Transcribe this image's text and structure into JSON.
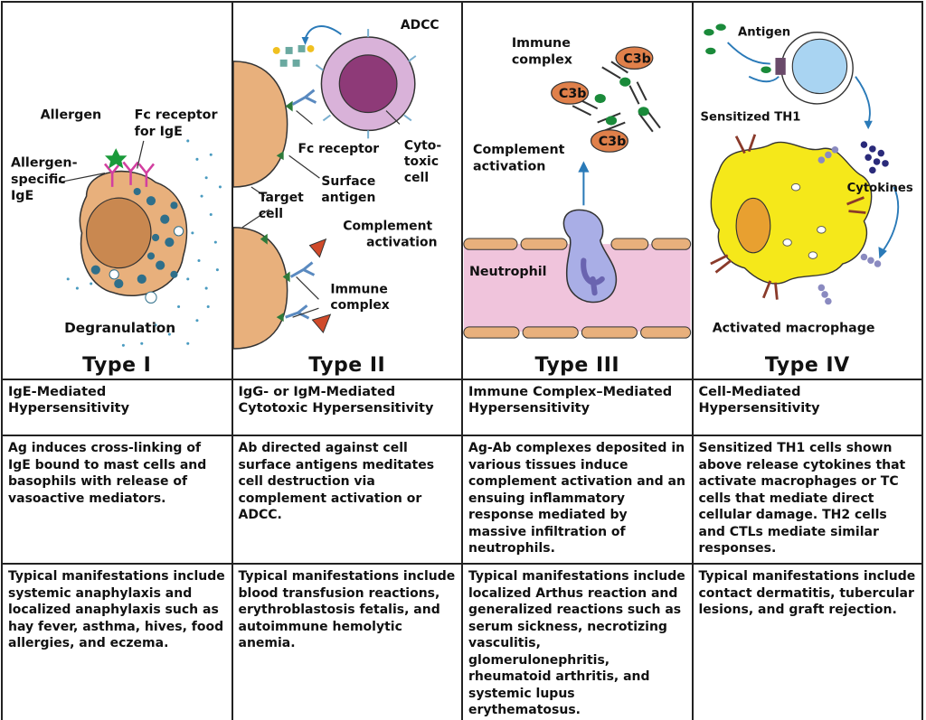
{
  "columns": [
    {
      "type": "Type I",
      "title": "IgE-Mediated Hypersensitivity",
      "description": "Ag induces cross-linking of IgE bound to mast cells and basophils with release of vasoactive mediators.",
      "manifestations": "Typical manifestations include systemic anaphylaxis and localized anaphylaxis such as hay fever, asthma, hives, food allergies, and eczema.",
      "labels": {
        "allergen": "Allergen",
        "fc_receptor_1": "Fc receptor",
        "fc_receptor_2": "for IgE",
        "specific_1": "Allergen-",
        "specific_2": "specific",
        "specific_3": "IgE",
        "degranulation": "Degranulation"
      }
    },
    {
      "type": "Type II",
      "title": "IgG- or IgM-Mediated Cytotoxic Hypersensitivity",
      "description": "Ab directed against cell surface antigens meditates cell destruction via complement activation or ADCC.",
      "manifestations": "Typical manifestations include blood transfusion reactions, erythroblastosis fetalis, and autoimmune hemolytic anemia.",
      "labels": {
        "adcc": "ADCC",
        "fc_receptor": "Fc receptor",
        "cyto_1": "Cyto-",
        "cyto_2": "toxic",
        "cyto_3": "cell",
        "surface_1": "Surface",
        "surface_2": "antigen",
        "target_1": "Target",
        "target_2": "cell",
        "complement_1": "Complement",
        "complement_2": "activation",
        "immune_1": "Immune",
        "immune_2": "complex"
      }
    },
    {
      "type": "Type III",
      "title": "Immune Complex–Mediated Hypersensitivity",
      "description": "Ag-Ab complexes deposited in various tissues induce complement activation and an ensuing inflammatory response mediated by massive infiltration of neutrophils.",
      "manifestations": "Typical manifestations include localized Arthus reaction and generalized reactions such as serum sickness, necrotizing vasculitis, glomerulonephritis, rheumatoid arthritis, and systemic lupus erythematosus.",
      "labels": {
        "immune_1": "Immune",
        "immune_2": "complex",
        "c3b": "C3b",
        "complement_1": "Complement",
        "complement_2": "activation",
        "neutrophil": "Neutrophil"
      }
    },
    {
      "type": "Type IV",
      "title": "Cell-Mediated Hypersensitivity",
      "description": "Sensitized TH1 cells shown above release cytokines that activate macrophages or TC cells that mediate direct cellular damage. TH2 cells and CTLs mediate similar responses.",
      "manifestations": "Typical manifestations include contact dermatitis, tubercular lesions, and graft rejection.",
      "labels": {
        "antigen": "Antigen",
        "sensitized": "Sensitized TH1",
        "cytokines": "Cytokines",
        "activated": "Activated macrophage"
      }
    }
  ],
  "colors": {
    "cell_tan": "#e8b07c",
    "nucleus": "#c98850",
    "granule": "#2f6f8a",
    "igE": "#d23fa0",
    "cytotoxic": "#d9b2d9",
    "cyto_nucleus": "#8e3a78",
    "c3b": "#e0804a",
    "vessel": "#f0c4dc",
    "neutrophil": "#a9aee6",
    "tcell": "#a9d4f2",
    "macrophage": "#f5e81a",
    "arrow": "#2a7ab8"
  }
}
